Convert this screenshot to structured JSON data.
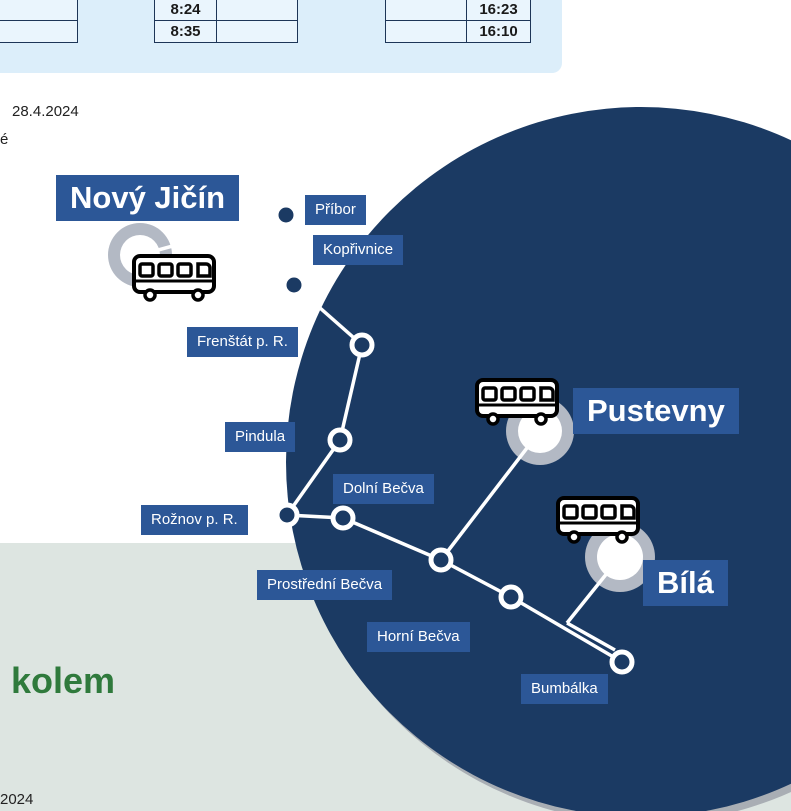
{
  "timetable": {
    "left_rows": [
      "8:24",
      "8:35"
    ],
    "right_rows": [
      "16:23",
      "16:10"
    ]
  },
  "notes": {
    "date_fragment": "28.4.2024",
    "text_fragment": "é",
    "bottom_date_fragment": "2024"
  },
  "heading_fragment": "kolem",
  "map": {
    "circle_color": "#1b3a63",
    "label_color": "#2c5797",
    "terminals": [
      "Nový Jičín",
      "Pustevny",
      "Bílá"
    ],
    "stops": [
      "Příbor",
      "Kopřivnice",
      "Frenštát p. R.",
      "Pindula",
      "Dolní Bečva",
      "Rožnov p. R.",
      "Prostřední Bečva",
      "Horní Bečva",
      "Bumbálka"
    ],
    "bus_icon": "bus-icon"
  }
}
